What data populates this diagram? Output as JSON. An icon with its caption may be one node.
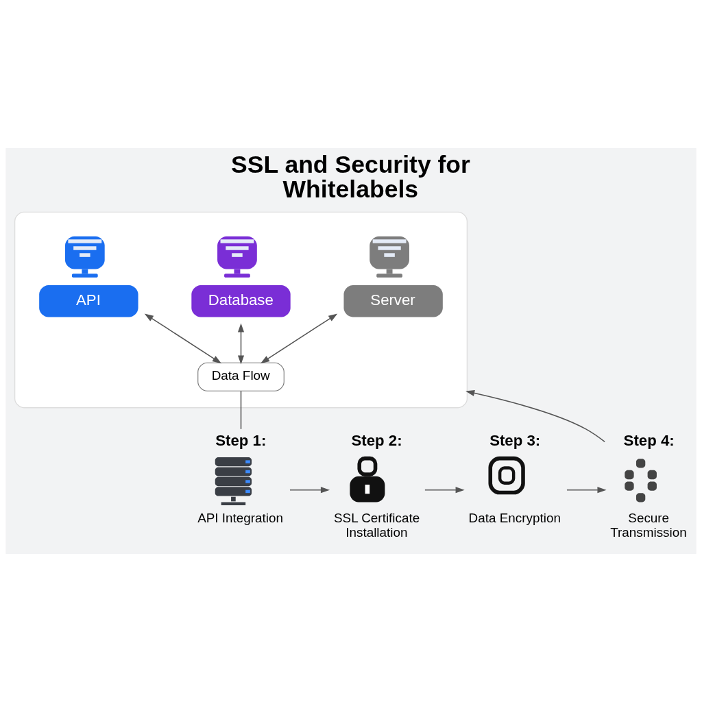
{
  "diagram": {
    "title": "SSL and Security for Whitelabels",
    "nodes": [
      {
        "text": [],
        "shape": "box"
      },
      {
        "text": [
          "API"
        ],
        "in": 0
      },
      {
        "text": [
          "Database"
        ],
        "in": 0
      },
      {
        "text": [
          "Server"
        ],
        "in": 0
      },
      {
        "text": [
          "Data Flow"
        ],
        "in": 0
      },
      {
        "text": [
          "Step 1:",
          "API Integration"
        ]
      },
      {
        "text": [
          "Step 2:",
          "SSL Certificate Installation"
        ]
      },
      {
        "text": [
          "Step 3:",
          "Data Encryption"
        ]
      },
      {
        "text": [
          "Step 4:",
          "Secure Transmission"
        ]
      }
    ],
    "edges": [
      {
        "from": 1,
        "to": 4,
        "arrow": "both"
      },
      {
        "from": 2,
        "to": 4,
        "arrow": "both"
      },
      {
        "from": 3,
        "to": 4,
        "arrow": "both"
      },
      {
        "from": 4,
        "to": 5,
        "arrow": "none"
      },
      {
        "from": 5,
        "to": 6,
        "arrow": "to"
      },
      {
        "from": 6,
        "to": 7,
        "arrow": "to"
      },
      {
        "from": 7,
        "to": 8,
        "arrow": "to"
      },
      {
        "from": 8,
        "to": 0,
        "arrow": "to"
      }
    ]
  }
}
